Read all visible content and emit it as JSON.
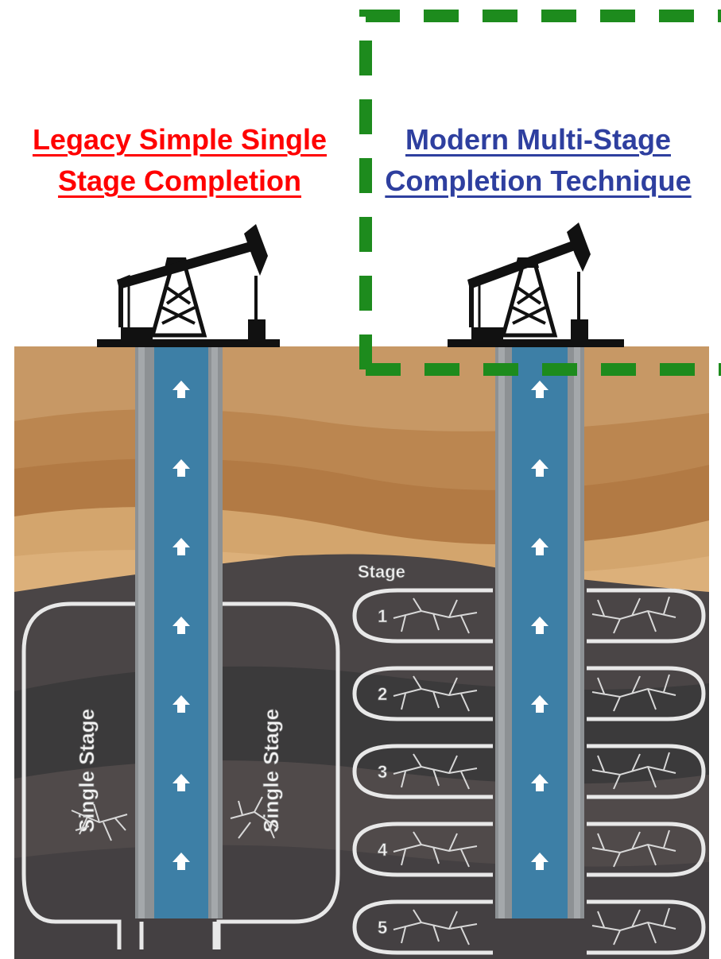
{
  "colors": {
    "legacy_title": "#ff0000",
    "modern_title": "#2e3f9f",
    "highlight_box": "#1d8b1d",
    "tubing": "#3d7fa6",
    "casing": "#8d9194",
    "sky": "#ffffff",
    "soil_light": "#c99a66",
    "soil_mid": "#b9834c",
    "soil_pale": "#d6aa72",
    "shale_dark": "#3a3a3a",
    "shale_mid": "#555052",
    "stage_outline": "#e8e8e8"
  },
  "titles": {
    "legacy": "Legacy Simple Single Stage Completion",
    "modern": "Modern Multi-Stage Completion Technique"
  },
  "legacy_well": {
    "left_label": "Single Stage",
    "right_label": "Single Stage",
    "flow_arrows": 7
  },
  "modern_well": {
    "stage_header": "Stage",
    "stages": [
      "1",
      "2",
      "3",
      "4",
      "5"
    ],
    "flow_arrows": 7
  },
  "icons": {
    "pump_jack": "pump-jack-icon",
    "flow_arrow": "up-arrow-icon",
    "fracture": "fracture-network-icon"
  }
}
